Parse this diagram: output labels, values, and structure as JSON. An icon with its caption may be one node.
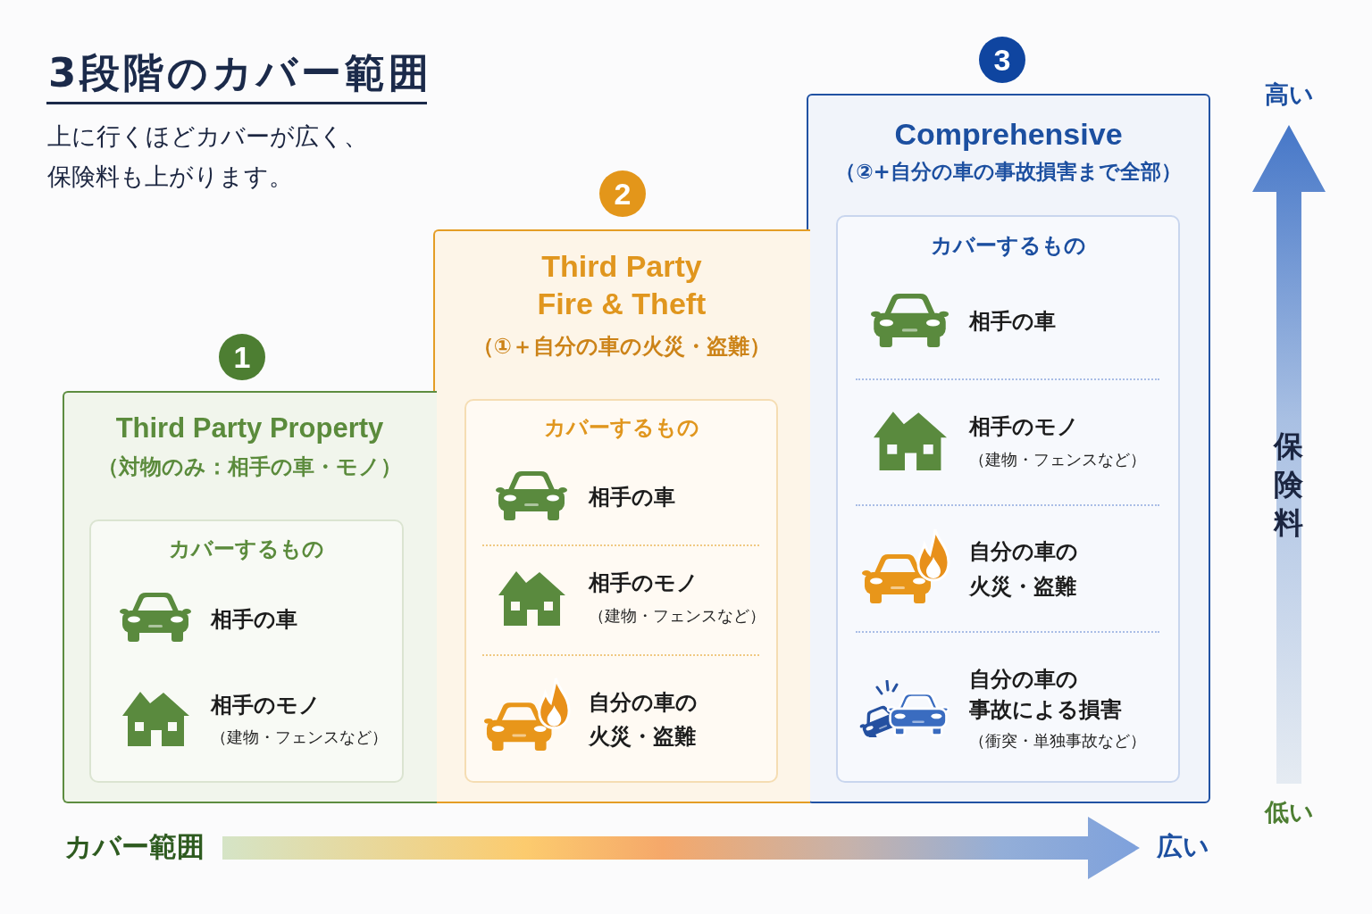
{
  "diagram": {
    "title": "3段階のカバー範囲",
    "nodes": [
      {
        "text": [
          "1"
        ]
      },
      {
        "text": [
          "Third Party Property",
          "（対物のみ：相手の車・モノ）"
        ]
      },
      {
        "text": [
          "カバーするもの",
          "相手の車",
          "相手のモノ",
          "（建物・フェンスなど）"
        ],
        "in": 1
      },
      {
        "text": [
          "2"
        ]
      },
      {
        "text": [
          "Third Party Fire & Theft",
          "（①＋自分の車の火災・盗難）"
        ]
      },
      {
        "text": [
          "カバーするもの",
          "相手の車",
          "相手のモノ",
          "（建物・フェンスなど）",
          "自分の車の火災・盗難"
        ],
        "in": 4
      },
      {
        "text": [
          "3"
        ]
      },
      {
        "text": [
          "Comprehensive",
          "（②+自分の車の事故損害まで全部）"
        ]
      },
      {
        "text": [
          "カバーするもの",
          "相手の車",
          "相手のモノ",
          "（建物・フェンスなど）",
          "自分の車の火災・盗難",
          "自分の車の事故による損害",
          "（衝突・単独事故など）"
        ],
        "in": 7
      }
    ],
    "labels": [
      "上に行くほどカバーが広く、保険料も上がります。",
      "高い",
      "保険料",
      "低い",
      "カバー範囲",
      "広い"
    ]
  }
}
